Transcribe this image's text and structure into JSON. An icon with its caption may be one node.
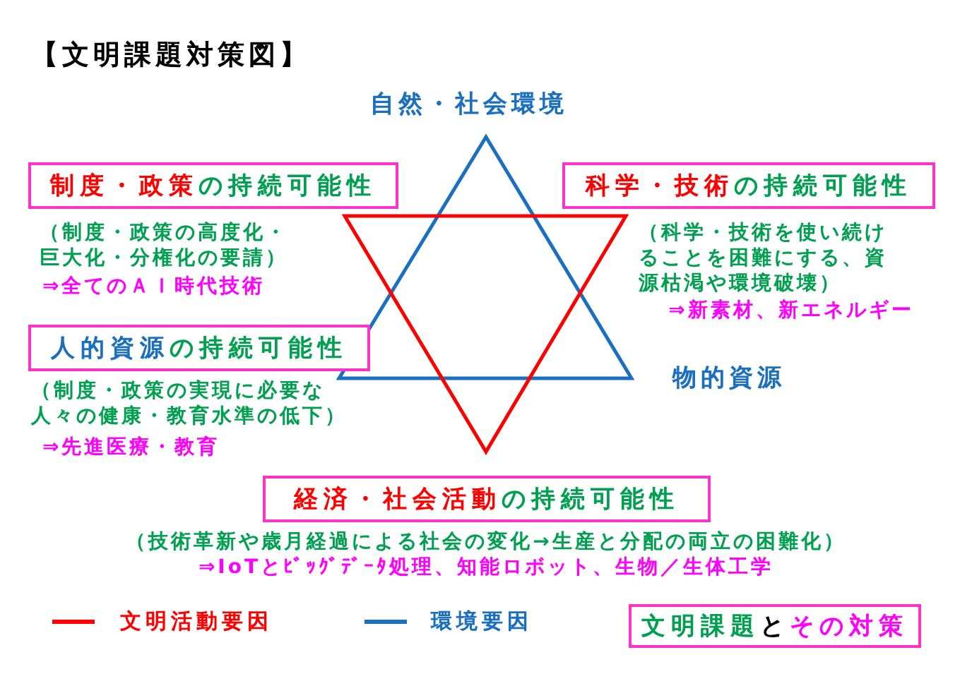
{
  "diagram": {
    "title": "【文明課題対策図】",
    "nodes": [
      {
        "text": [
          "**制度・政策**の持続可能性"
        ],
        "beside": [
          "（制度・政策の高度化・巨大化・分権化の要請）",
          "⇒全てのＡＩ時代技術"
        ]
      },
      {
        "text": [
          "**科学・技術**の持続可能性"
        ],
        "beside": [
          "（科学・技術を使い続けることを困難にする、資源枯渇や環境破壊）",
          "⇒新素材、新エネルギー"
        ]
      },
      {
        "text": [
          "**人的資源**の持続可能性"
        ],
        "beside": [
          "（制度・政策の実現に必要な人々の健康・教育水準の低下）",
          "⇒先進医療・教育"
        ]
      },
      {
        "text": [
          "**経済・社会活動**の持続可能性"
        ],
        "beside": [
          "（技術革新や歳月経過による社会の変化→生産と分配の両立の困難化）",
          "⇒IoTとﾋﾞｯｸﾞﾃﾞｰﾀ処理、知能ロボット、生物／生体工学"
        ]
      },
      {
        "text": [
          "**文明課題**と**その対策**"
        ]
      }
    ],
    "labels": [
      "自然・社会環境",
      "物的資源"
    ],
    "legend": [
      {
        "text": "文明活動要因",
        "color": "#ff0000"
      },
      {
        "text": "環境要因",
        "color": "#1a6fc0"
      }
    ]
  }
}
